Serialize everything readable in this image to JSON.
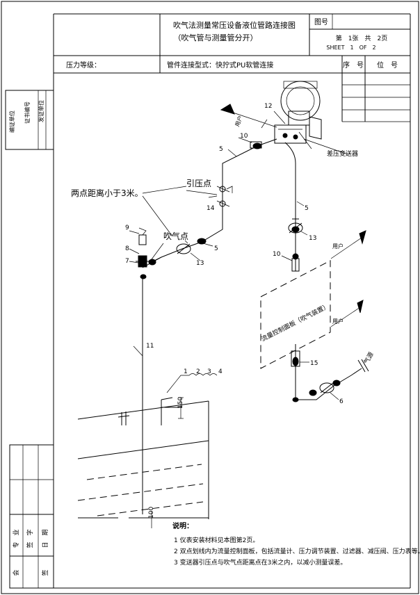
{
  "title": {
    "line1": "吹气法测量常压设备液位管路连接图",
    "line2": "（吹气管与测量管分开）"
  },
  "drawing_no_label": "图号",
  "sheet": {
    "cn": "第　1张　共　2页",
    "en": "SHEET　1　OF　2"
  },
  "header": {
    "pressure_grade": "压力等级：",
    "connection_form": "管件连接型式：快拧式PU软管连接",
    "seq_no": "序　号",
    "position_no": "位　号"
  },
  "side_titles": {
    "issue_unit": "编证单位",
    "cert_no": "证书编号",
    "issuer": "发证单位"
  },
  "signature_block": {
    "profession": "专　业",
    "signature": "签　字",
    "date": "日　期",
    "countersign": "会",
    "sign": "签"
  },
  "labels": {
    "transmitter": "差压变送器",
    "tap_point": "引压点",
    "blow_point": "吹气点",
    "distance_note": "两点距离小于3米。",
    "user_top": "用户",
    "user_right1": "用户",
    "user_right2": "用户",
    "air_source": "气源",
    "panel": "流量控制面板（吹气装置）",
    "dim_150": "150",
    "dim_100": "100"
  },
  "callouts": {
    "n1": "1",
    "n2": "2",
    "n3": "3",
    "n4": "4",
    "n5a": "5",
    "n5b": "5",
    "n5c": "5",
    "n6": "6",
    "n7": "7",
    "n8": "8",
    "n9": "9",
    "n10a": "10",
    "n10b": "10",
    "n11": "11",
    "n12": "12",
    "n13a": "13",
    "n13b": "13",
    "n14": "14",
    "n15": "15"
  },
  "notes": {
    "heading": "说明：",
    "items": [
      "1 仪表安装材料见本图第2页。",
      "2 双点划线内为流量控制面板，包括流量计、压力调节装置、过滤器、减压阀、压力表等。",
      "3 变送器引压点与吹气点距离点在3米之内，以减小测量误差。"
    ]
  }
}
